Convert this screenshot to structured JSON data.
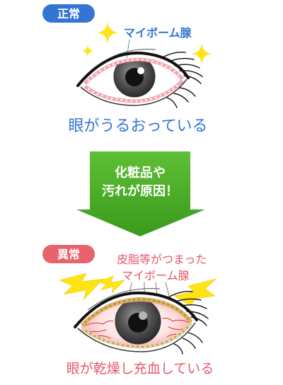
{
  "normal": {
    "badge": "正常",
    "gland_label": "マイボーム腺",
    "caption": "眼がうるおっている"
  },
  "cause": {
    "line1": "化粧品や",
    "line2": "汚れが原因！"
  },
  "abnormal": {
    "badge": "異常",
    "gland_label_line1": "皮脂等がつまった",
    "gland_label_line2": "マイボーム腺",
    "caption": "眼が乾燥し充血している"
  },
  "icons": [
    "sparkle-icon",
    "lightning-icon",
    "down-arrow-icon",
    "eye-icon"
  ],
  "colors": {
    "normal_accent": "#3574d4",
    "abnormal_accent": "#e4566a",
    "arrow_green": "#4fae2c",
    "sparkle_yellow": "#ffe414",
    "lid_pink": "#f4a6b0",
    "clogged_lid": "#d8b160"
  }
}
